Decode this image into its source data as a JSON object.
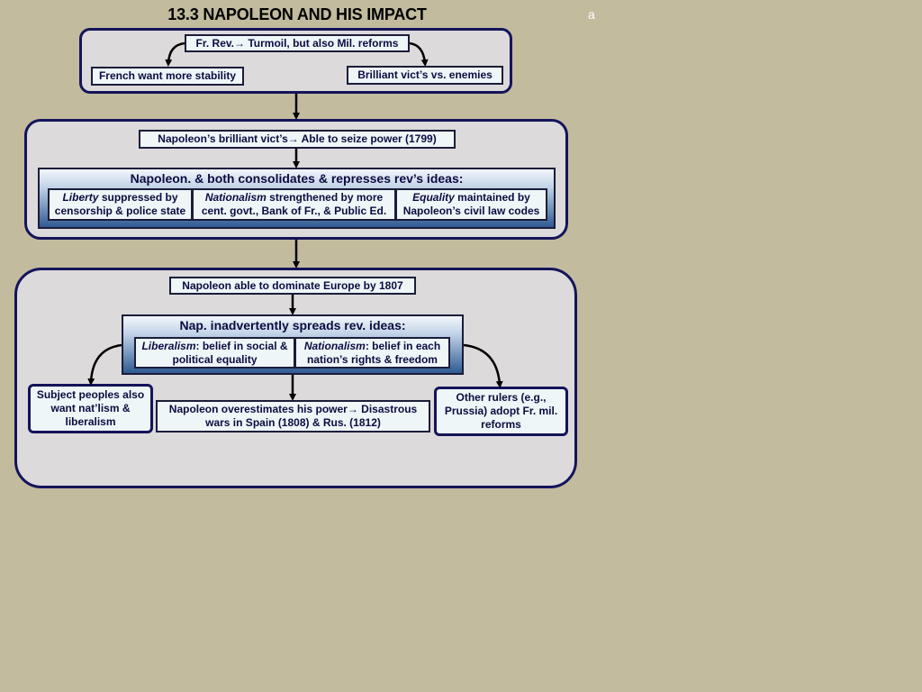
{
  "title": "13.3 NAPOLEON AND HIS IMPACT",
  "corner_label": "a",
  "section1": {
    "top": "Fr. Rev.→ Turmoil, but also Mil. reforms",
    "left": "French want more stability",
    "right": "Brilliant vict’s vs. enemies"
  },
  "section2": {
    "top": "Napoleon’s brilliant vict’s→ Able to seize power (1799)",
    "group_header": "Napoleon. & both consolidates & represses rev’s ideas:",
    "cells": [
      {
        "term": "Liberty",
        "rest1": " suppressed by",
        "line2": "censorship & police state"
      },
      {
        "term": "Nationalism",
        "rest1": " strengthened by more",
        "line2": "cent. govt., Bank of Fr., & Public Ed."
      },
      {
        "term": "Equality",
        "rest1": " maintained by",
        "line2": "Napoleon’s civil law codes"
      }
    ]
  },
  "section3": {
    "top": "Napoleon able to dominate Europe by 1807",
    "group_header": "Nap. inadvertently spreads rev. ideas:",
    "cells": [
      {
        "term": "Liberalism",
        "rest1": ": belief in social &",
        "line2": "political equality"
      },
      {
        "term": "Nationalism",
        "rest1": ": belief in each",
        "line2": "nation’s rights & freedom"
      }
    ],
    "left": "Subject peoples also want nat’lism & liberalism",
    "center": "Napoleon overestimates his power→ Disastrous wars in Spain (1808) & Rus. (1812)",
    "right": "Other rulers (e.g., Prussia) adopt Fr. mil. reforms"
  }
}
